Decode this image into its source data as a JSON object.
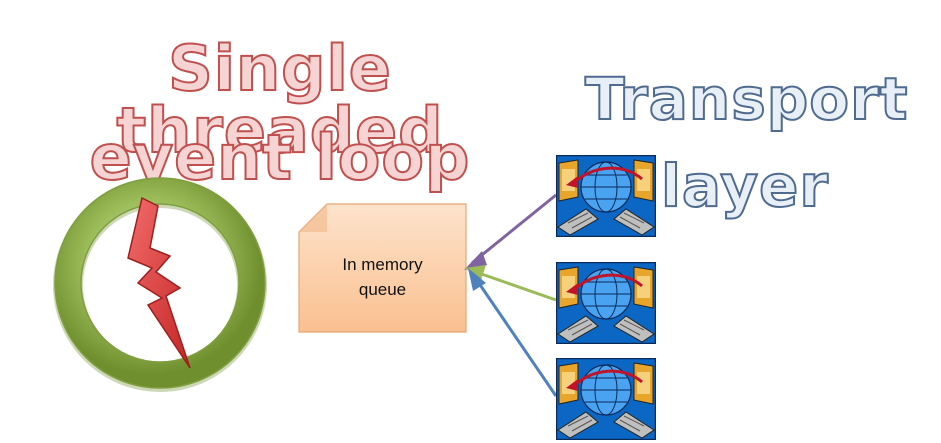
{
  "title": {
    "line1": "Single threaded",
    "line2": "event loop"
  },
  "layer_label": {
    "line1": "Transport",
    "line2": "layer"
  },
  "queue": {
    "line1": "In memory",
    "line2": "queue"
  },
  "icons": {
    "loop": "event-loop-ring-icon",
    "transport": "network-transfer-icon"
  },
  "colors": {
    "title_fill": "#f7d4d4",
    "title_outline": "#c0504d",
    "label_fill": "#e9eff7",
    "label_outline": "#4f6b8f",
    "ring": "#9bbb59",
    "bolt": "#e03a3a",
    "queue_fill": "#fcd5b4",
    "arrow_top": "#8064a2",
    "arrow_middle": "#9bbb59",
    "arrow_bottom": "#4f81bd"
  }
}
